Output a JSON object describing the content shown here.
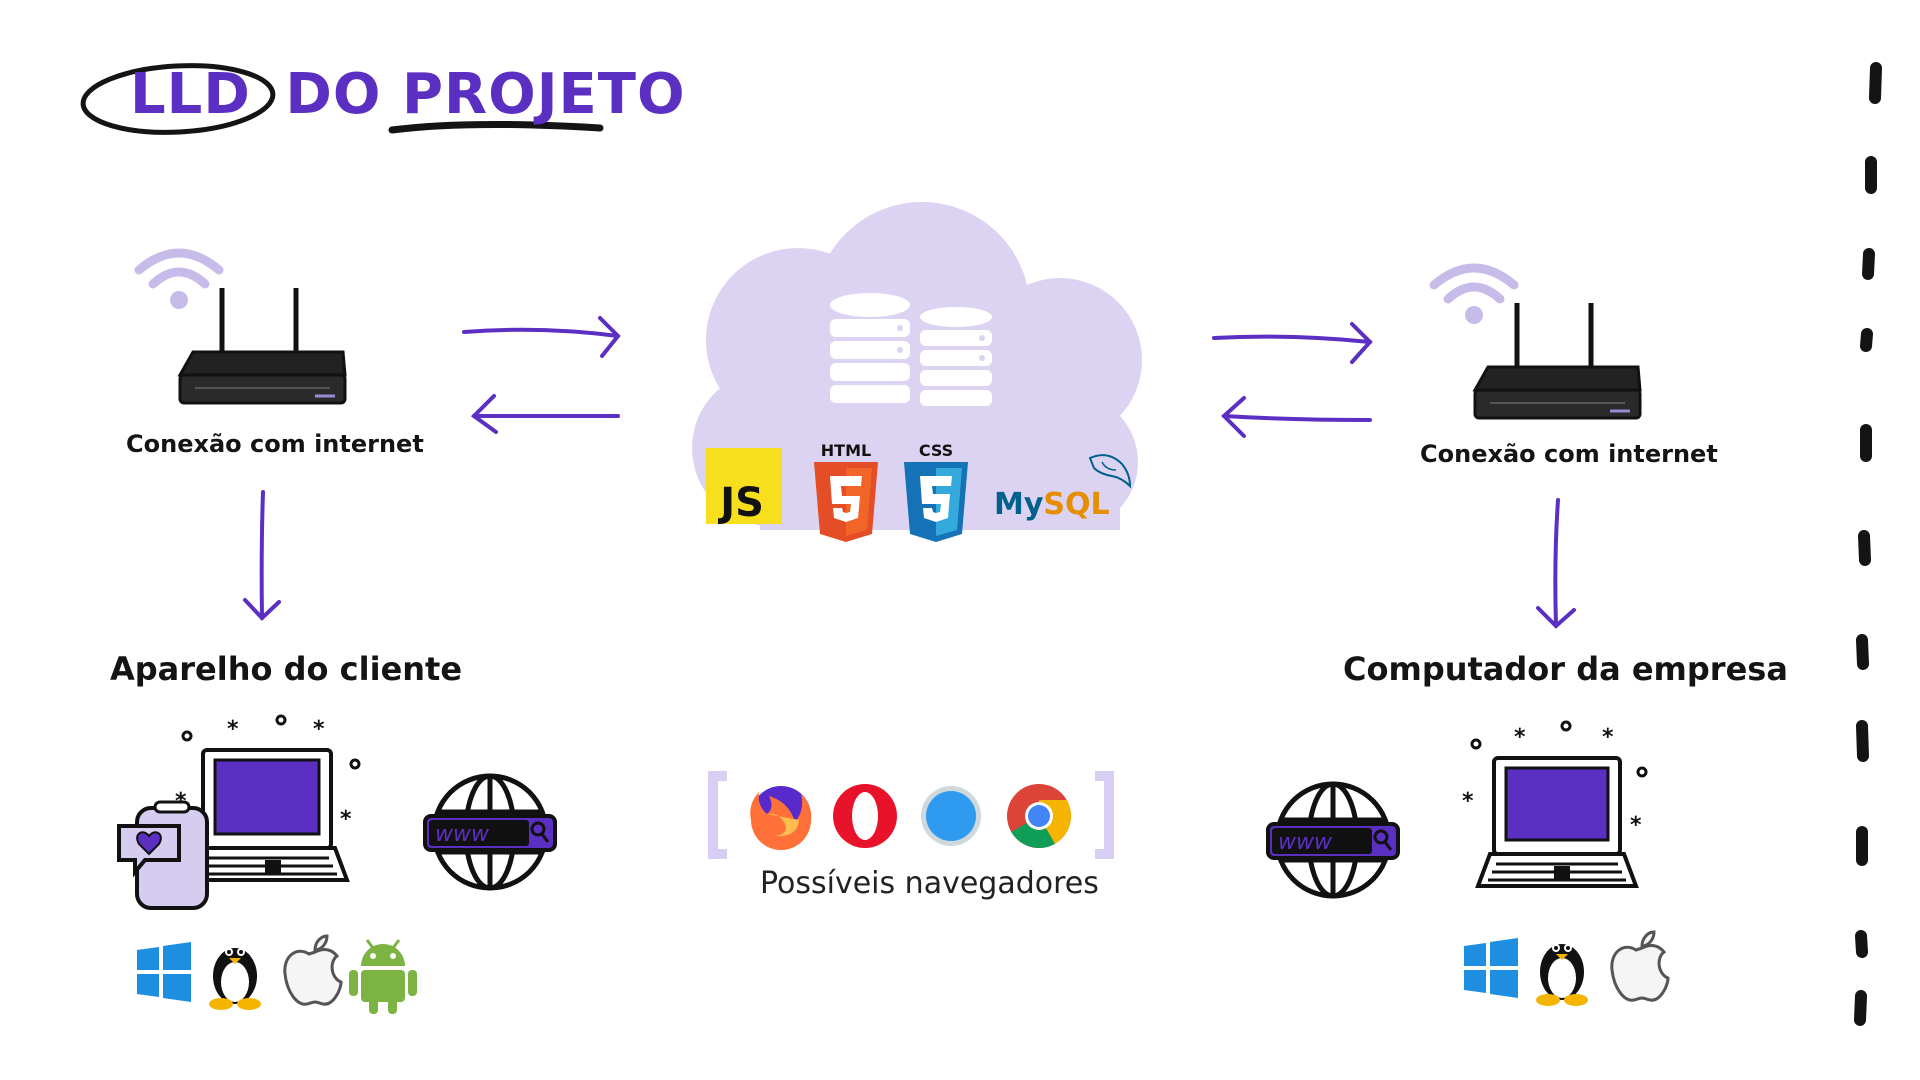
{
  "title": {
    "highlight": "LLD",
    "rest": "DO PROJETO"
  },
  "left": {
    "connection_label": "Conexão com internet",
    "device_label": "Aparelho do cliente",
    "os_icons": [
      "windows-icon",
      "linux-icon",
      "apple-icon",
      "android-icon"
    ]
  },
  "right": {
    "connection_label": "Conexão com internet",
    "device_label": "Computador da empresa",
    "os_icons": [
      "windows-icon",
      "linux-icon",
      "apple-icon"
    ]
  },
  "cloud": {
    "technologies": [
      "JS",
      "HTML",
      "CSS",
      "MySQL"
    ]
  },
  "browsers": {
    "label": "Possíveis navegadores",
    "icons": [
      "firefox-icon",
      "opera-icon",
      "safari-icon",
      "chrome-icon"
    ]
  },
  "www_text": "www",
  "colors": {
    "accent": "#5a2fc2",
    "cloud": "#dcd3f2",
    "device_screen": "#5a2fc2",
    "wifi": "#d6ccef",
    "bracket": "#d8cdf2"
  }
}
